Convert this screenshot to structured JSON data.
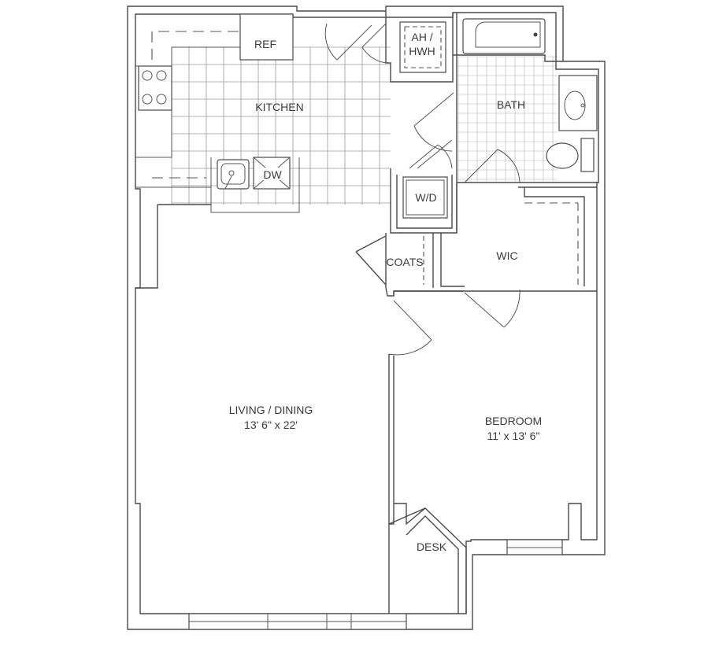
{
  "rooms": {
    "kitchen": "KITCHEN",
    "ref": "REF",
    "ah": "AH /",
    "hwh": "HWH",
    "dw": "DW",
    "bath": "BATH",
    "wd": "W/D",
    "coats": "COATS",
    "wic": "WIC",
    "living_name": "LIVING / DINING",
    "living_dim": "13' 6\" x 22'",
    "bedroom_name": "BEDROOM",
    "bedroom_dim": "11' x 13' 6\"",
    "desk": "DESK"
  }
}
